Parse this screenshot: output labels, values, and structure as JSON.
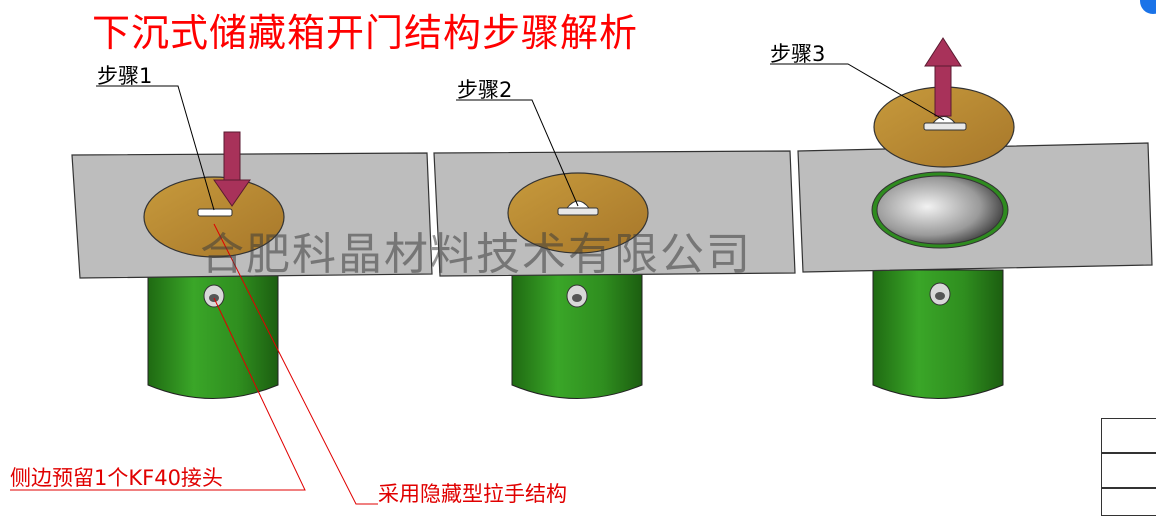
{
  "title": "下沉式储藏箱开门结构步骤解析",
  "steps": {
    "step1": "步骤1",
    "step2": "步骤2",
    "step3": "步骤3"
  },
  "annotations": {
    "kf40": "侧边预留1个KF40接头",
    "handle": "采用隐藏型拉手结构"
  },
  "watermark": "合肥科晶材料技术有限公司",
  "colors": {
    "title": "#ff0000",
    "plate": "#bdbdbd",
    "lid": "#b8862e",
    "cylinder": "#2e8b1f",
    "arrow": "#a8325a",
    "annotation": "#e00000"
  },
  "icons": {
    "arrow_down": "arrow-down-icon",
    "arrow_up": "arrow-up-icon"
  }
}
